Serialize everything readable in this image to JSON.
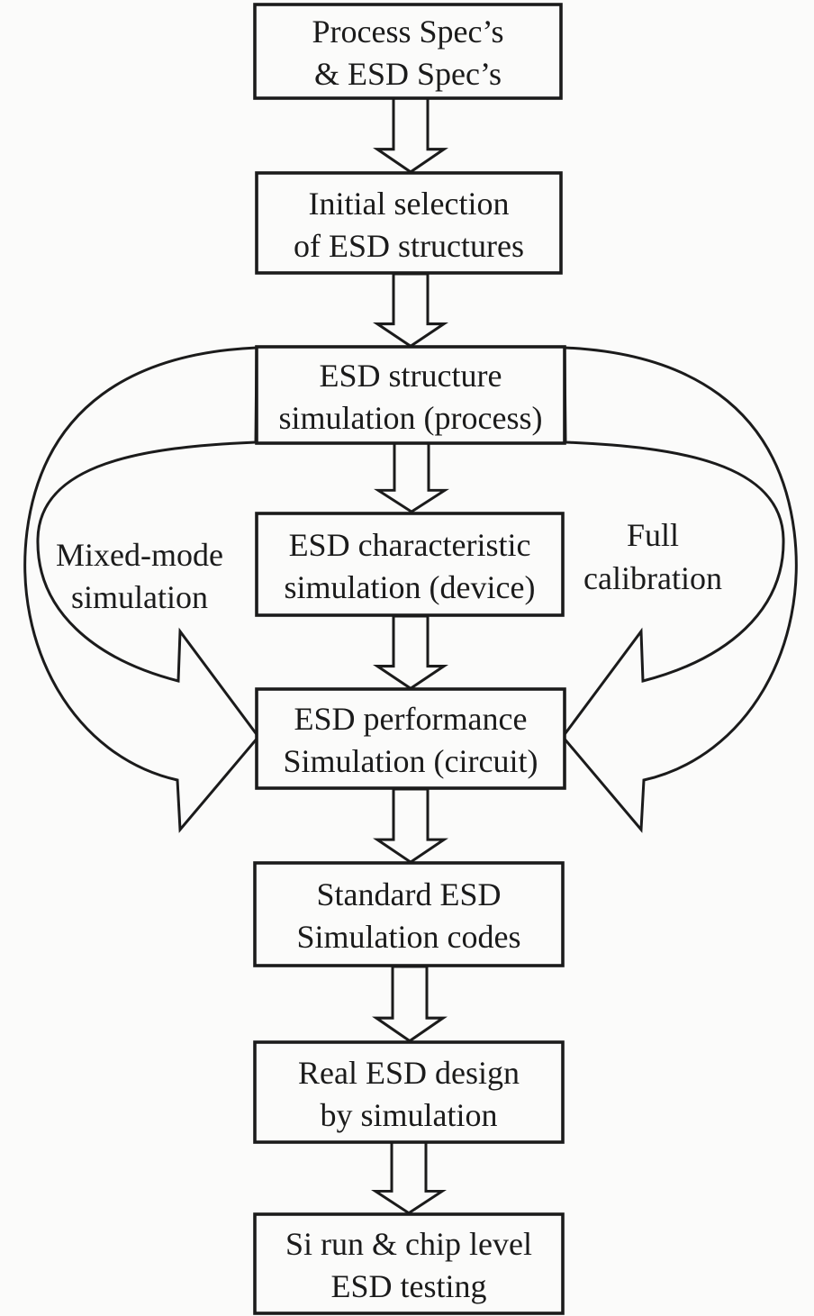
{
  "diagram": {
    "colors": {
      "paper": "#fbfbfa",
      "ink": "#1b1b1b"
    },
    "boxes": [
      {
        "name": "process-specs",
        "line1": "Process Spec’s",
        "line2": "& ESD Spec’s"
      },
      {
        "name": "initial-selection",
        "line1": "Initial selection",
        "line2": "of ESD structures"
      },
      {
        "name": "structure-simulation",
        "line1": "ESD structure",
        "line2": "simulation (process)"
      },
      {
        "name": "characteristic-simulation",
        "line1": "ESD characteristic",
        "line2": "simulation (device)"
      },
      {
        "name": "performance-simulation",
        "line1": "ESD performance",
        "line2": "Simulation (circuit)"
      },
      {
        "name": "standard-codes",
        "line1": "Standard ESD",
        "line2": "Simulation codes"
      },
      {
        "name": "real-design",
        "line1": "Real ESD design",
        "line2": "by simulation"
      },
      {
        "name": "si-run-testing",
        "line1": "Si run & chip level",
        "line2": "ESD testing"
      }
    ],
    "side_labels": {
      "left": {
        "line1": "Mixed-mode",
        "line2": "simulation"
      },
      "right": {
        "line1": "Full",
        "line2": "calibration"
      }
    }
  }
}
